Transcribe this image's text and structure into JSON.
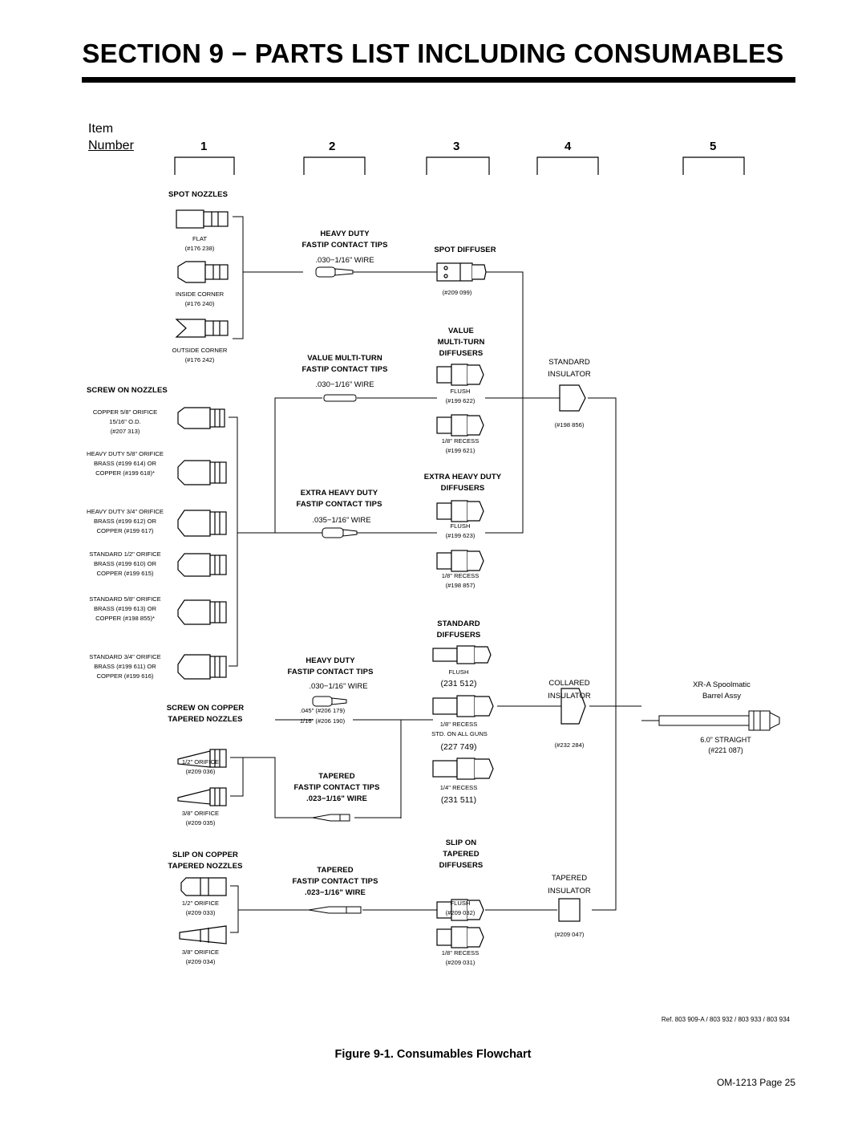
{
  "title": "SECTION 9 − PARTS LIST INCLUDING CONSUMABLES",
  "item_label": "Item",
  "number_label": "Number",
  "columns": [
    "1",
    "2",
    "3",
    "4",
    "5"
  ],
  "spot_nozzles": {
    "title": "SPOT NOZZLES",
    "flat": "FLAT",
    "flat_pn": "(#176 238)",
    "inside": "INSIDE CORNER",
    "inside_pn": "(#176 240)",
    "outside": "OUTSIDE CORNER",
    "outside_pn": "(#176 242)"
  },
  "screw_on": {
    "title": "SCREW ON NOZZLES",
    "n1": [
      "COPPER 5/8\" ORIFICE",
      "15/16\" O.D.",
      "(#207 313)"
    ],
    "n2": [
      "HEAVY DUTY 5/8\" ORIFICE",
      "BRASS (#199 614) OR",
      "COPPER (#199 618)*"
    ],
    "n3": [
      "HEAVY DUTY 3/4\" ORIFICE",
      "BRASS (#199 612) OR",
      "COPPER (#199 617)"
    ],
    "n4": [
      "STANDARD 1/2\" ORIFICE",
      "BRASS (#199 610) OR",
      "COPPER (#199 615)"
    ],
    "n5": [
      "STANDARD 5/8\" ORIFICE",
      "BRASS (#199 613) OR",
      "COPPER (#198 855)*"
    ],
    "n6": [
      "STANDARD 3/4\" ORIFICE",
      "BRASS (#199 611) OR",
      "COPPER (#199 616)"
    ]
  },
  "screw_copper": {
    "title1": "SCREW ON COPPER",
    "title2": "TAPERED NOZZLES",
    "a": "1/2\" ORIFICE",
    "a_pn": "(#209 036)",
    "b": "3/8\" ORIFICE",
    "b_pn": "(#209 035)"
  },
  "slip_copper": {
    "title1": "SLIP ON COPPER",
    "title2": "TAPERED NOZZLES",
    "a": "1/2\" ORIFICE",
    "a_pn": "(#209 033)",
    "b": "3/8\" ORIFICE",
    "b_pn": "(#209 034)"
  },
  "hd_tips1": {
    "t1": "HEAVY DUTY",
    "t2": "FASTIP CONTACT TIPS",
    "wire": ".030−1/16” WIRE"
  },
  "val_tips": {
    "t1": "VALUE MULTI-TURN",
    "t2": "FASTIP CONTACT TIPS",
    "wire": ".030−1/16” WIRE"
  },
  "xhd_tips": {
    "t1": "EXTRA HEAVY DUTY",
    "t2": "FASTIP CONTACT TIPS",
    "wire": ".035−1/16” WIRE"
  },
  "hd_tips2": {
    "t1": "HEAVY DUTY",
    "t2": "FASTIP CONTACT TIPS",
    "wire": ".030−1/16” WIRE",
    "pn1": ".045\" (#206 179)",
    "pn2": "1/16\" (#206 190)"
  },
  "tap_tips1": {
    "t1": "TAPERED",
    "t2": "FASTIP CONTACT TIPS",
    "t3": ".023−1/16\" WIRE"
  },
  "tap_tips2": {
    "t1": "TAPERED",
    "t2": "FASTIP CONTACT TIPS",
    "t3": ".023−1/16\" WIRE"
  },
  "spot_diffuser": {
    "title": "SPOT DIFFUSER",
    "pn": "(#209 099)"
  },
  "val_diff": {
    "t1": "VALUE",
    "t2": "MULTI-TURN",
    "t3": "DIFFUSERS",
    "flush": "FLUSH",
    "flush_pn": "(#199 622)",
    "recess": "1/8\" RECESS",
    "recess_pn": "(#199 621)"
  },
  "xhd_diff": {
    "t1": "EXTRA HEAVY DUTY",
    "t2": "DIFFUSERS",
    "flush": "FLUSH",
    "flush_pn": "(#199 623)",
    "recess": "1/8\" RECESS",
    "recess_pn": "(#198 857)"
  },
  "std_diff": {
    "t1": "STANDARD",
    "t2": "DIFFUSERS",
    "flush": "FLUSH",
    "flush_pn": "(231 512)",
    "recess": "1/8\" RECESS",
    "recess_note": "STD. ON ALL GUNS",
    "recess_pn": "(227 749)",
    "recess4": "1/4\" RECESS",
    "recess4_pn": "(231 511)"
  },
  "slip_diff": {
    "t1": "SLIP ON",
    "t2": "TAPERED",
    "t3": "DIFFUSERS",
    "flush": "FLUSH",
    "flush_pn": "(#209 032)",
    "recess": "1/8\" RECESS",
    "recess_pn": "(#209 031)"
  },
  "std_ins": {
    "t1": "STANDARD",
    "t2": "INSULATOR",
    "pn": "(#198 856)"
  },
  "col_ins": {
    "t1": "COLLARED",
    "t2": "INSULATOR",
    "pn": "(#232 284)"
  },
  "tap_ins": {
    "t1": "TAPERED",
    "t2": "INSULATOR",
    "pn": "(#209 047)"
  },
  "barrel": {
    "t1": "XR-A Spoolmatic",
    "t2": "Barrel Assy",
    "len": "6.0” STRAIGHT",
    "pn": "(#221 087)"
  },
  "ref": "Ref. 803 909-A / 803 932 / 803 933 / 803 934",
  "caption": "Figure 9-1. Consumables Flowchart",
  "page": "OM-1213 Page 25"
}
